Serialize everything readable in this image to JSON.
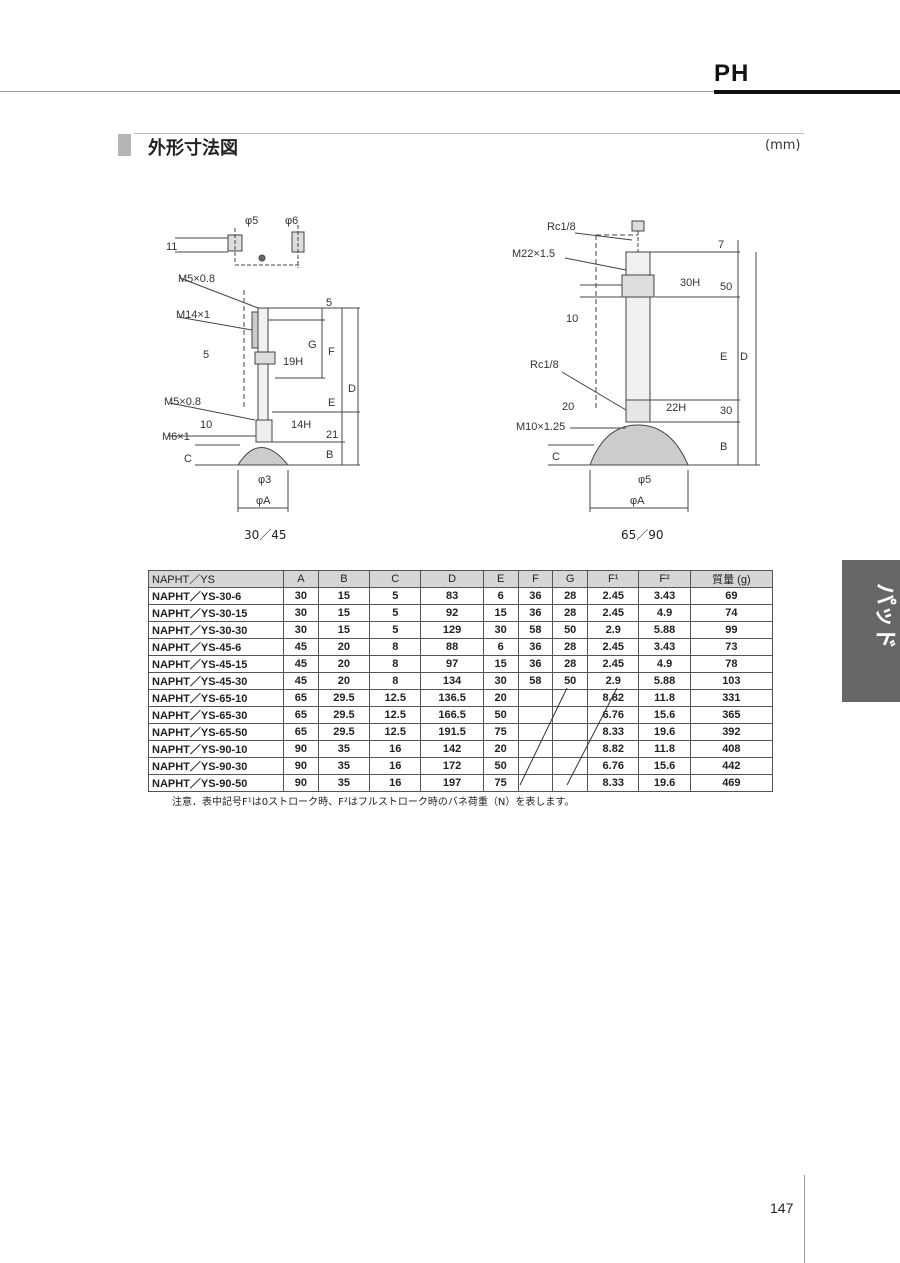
{
  "header": {
    "series": "PH"
  },
  "section": {
    "title": "外形寸法図",
    "unit": "(mm)"
  },
  "drawing_left": {
    "caption": "30／45",
    "labels": {
      "phi5": "φ5",
      "phi6": "φ6",
      "d11": "11",
      "m5a": "M5×0.8",
      "m14": "M14×1",
      "d5a": "5",
      "d5b": "5",
      "g": "G",
      "h19": "19H",
      "f": "F",
      "d": "D",
      "m5b": "M5×0.8",
      "d10": "10",
      "e": "E",
      "m6": "M6×1",
      "h14": "14H",
      "d21": "21",
      "c": "C",
      "b": "B",
      "phi3": "φ3",
      "phiA": "φA"
    }
  },
  "drawing_right": {
    "caption": "65／90",
    "labels": {
      "rc1": "Rc1/8",
      "m22": "M22×1.5",
      "d7": "7",
      "h30": "30H",
      "d50": "50",
      "d10": "10",
      "rc2": "Rc1/8",
      "e": "E",
      "d": "D",
      "d20": "20",
      "h22": "22H",
      "d30": "30",
      "m10": "M10×1.25",
      "c": "C",
      "b": "B",
      "phi5": "φ5",
      "phiA": "φA"
    }
  },
  "table": {
    "headers": [
      "NAPHT／YS",
      "A",
      "B",
      "C",
      "D",
      "E",
      "F",
      "G",
      "F¹",
      "F²",
      "質量 (g)"
    ],
    "rows": [
      [
        "NAPHT／YS-30-6",
        "30",
        "15",
        "5",
        "83",
        "6",
        "36",
        "28",
        "2.45",
        "3.43",
        "69"
      ],
      [
        "NAPHT／YS-30-15",
        "30",
        "15",
        "5",
        "92",
        "15",
        "36",
        "28",
        "2.45",
        "4.9",
        "74"
      ],
      [
        "NAPHT／YS-30-30",
        "30",
        "15",
        "5",
        "129",
        "30",
        "58",
        "50",
        "2.9",
        "5.88",
        "99"
      ],
      [
        "NAPHT／YS-45-6",
        "45",
        "20",
        "8",
        "88",
        "6",
        "36",
        "28",
        "2.45",
        "3.43",
        "73"
      ],
      [
        "NAPHT／YS-45-15",
        "45",
        "20",
        "8",
        "97",
        "15",
        "36",
        "28",
        "2.45",
        "4.9",
        "78"
      ],
      [
        "NAPHT／YS-45-30",
        "45",
        "20",
        "8",
        "134",
        "30",
        "58",
        "50",
        "2.9",
        "5.88",
        "103"
      ],
      [
        "NAPHT／YS-65-10",
        "65",
        "29.5",
        "12.5",
        "136.5",
        "20",
        "",
        "",
        "8.82",
        "11.8",
        "331"
      ],
      [
        "NAPHT／YS-65-30",
        "65",
        "29.5",
        "12.5",
        "166.5",
        "50",
        "",
        "",
        "6.76",
        "15.6",
        "365"
      ],
      [
        "NAPHT／YS-65-50",
        "65",
        "29.5",
        "12.5",
        "191.5",
        "75",
        "",
        "",
        "8.33",
        "19.6",
        "392"
      ],
      [
        "NAPHT／YS-90-10",
        "90",
        "35",
        "16",
        "142",
        "20",
        "",
        "",
        "8.82",
        "11.8",
        "408"
      ],
      [
        "NAPHT／YS-90-30",
        "90",
        "35",
        "16",
        "172",
        "50",
        "",
        "",
        "6.76",
        "15.6",
        "442"
      ],
      [
        "NAPHT／YS-90-50",
        "90",
        "35",
        "16",
        "197",
        "75",
        "",
        "",
        "8.33",
        "19.6",
        "469"
      ]
    ],
    "note": "注意．表中記号F¹は0ストローク時、F²はフルストローク時のバネ荷重（N）を表します。"
  },
  "side_tab": {
    "label": "パッド"
  },
  "page": {
    "number": "147"
  }
}
